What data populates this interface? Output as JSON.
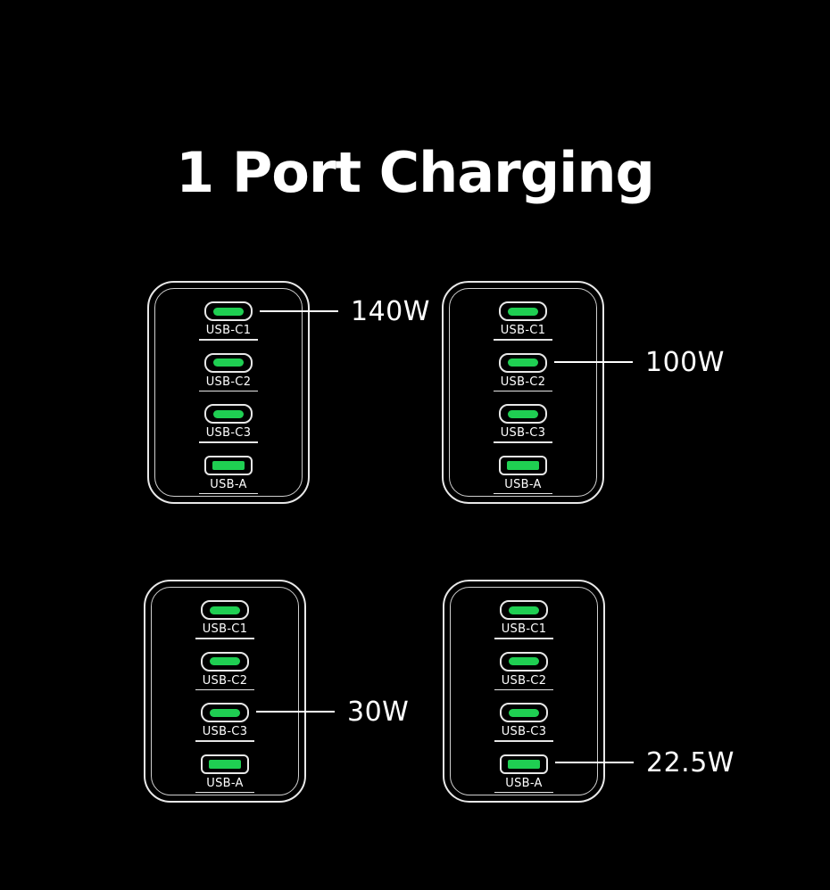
{
  "page": {
    "title": "1 Port Charging"
  },
  "colors": {
    "background": "#000000",
    "port_green": "#1fcf52",
    "outline": "#e8e8e8",
    "outline_dim": "#cfcfcf",
    "text": "#ffffff"
  },
  "chargers": [
    {
      "name": "top-left",
      "ports": [
        {
          "label": "USB-C1",
          "type": "usb-c"
        },
        {
          "label": "USB-C2",
          "type": "usb-c"
        },
        {
          "label": "USB-C3",
          "type": "usb-c"
        },
        {
          "label": "USB-A",
          "type": "usb-a"
        }
      ],
      "callout": {
        "wattage": "140W",
        "port": "USB-C1",
        "side": "right"
      }
    },
    {
      "name": "top-right",
      "ports": [
        {
          "label": "USB-C1",
          "type": "usb-c"
        },
        {
          "label": "USB-C2",
          "type": "usb-c"
        },
        {
          "label": "USB-C3",
          "type": "usb-c"
        },
        {
          "label": "USB-A",
          "type": "usb-a"
        }
      ],
      "callout": {
        "wattage": "100W",
        "port": "USB-C2",
        "side": "right"
      }
    },
    {
      "name": "bottom-left",
      "ports": [
        {
          "label": "USB-C1",
          "type": "usb-c"
        },
        {
          "label": "USB-C2",
          "type": "usb-c"
        },
        {
          "label": "USB-C3",
          "type": "usb-c"
        },
        {
          "label": "USB-A",
          "type": "usb-a"
        }
      ],
      "callout": {
        "wattage": "30W",
        "port": "USB-C3",
        "side": "right"
      }
    },
    {
      "name": "bottom-right",
      "ports": [
        {
          "label": "USB-C1",
          "type": "usb-c"
        },
        {
          "label": "USB-C2",
          "type": "usb-c"
        },
        {
          "label": "USB-C3",
          "type": "usb-c"
        },
        {
          "label": "USB-A",
          "type": "usb-a"
        }
      ],
      "callout": {
        "wattage": "22.5W",
        "port": "USB-A",
        "side": "right"
      }
    }
  ]
}
